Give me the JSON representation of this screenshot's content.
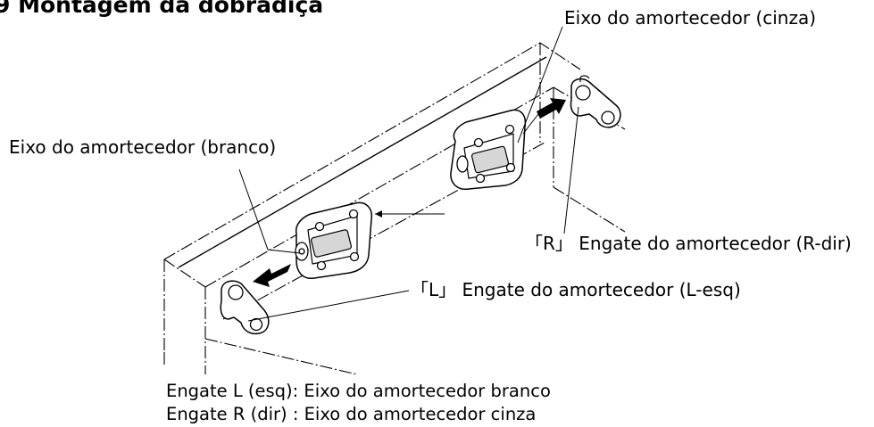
{
  "title": "9 Montagem da dobradiça",
  "labels": {
    "axle_gray": "Eixo do amortecedor (cinza)",
    "axle_white": "Eixo do amortecedor (branco)",
    "engage_right": "「R」 Engate do amortecedor (R-dir)",
    "engage_left": "「L」 Engate do amortecedor (L-esq)"
  },
  "notes": {
    "line1": "Engate L (esq): Eixo do amortecedor branco",
    "line2": "Engate R (dir) : Eixo do amortecedor cinza"
  }
}
